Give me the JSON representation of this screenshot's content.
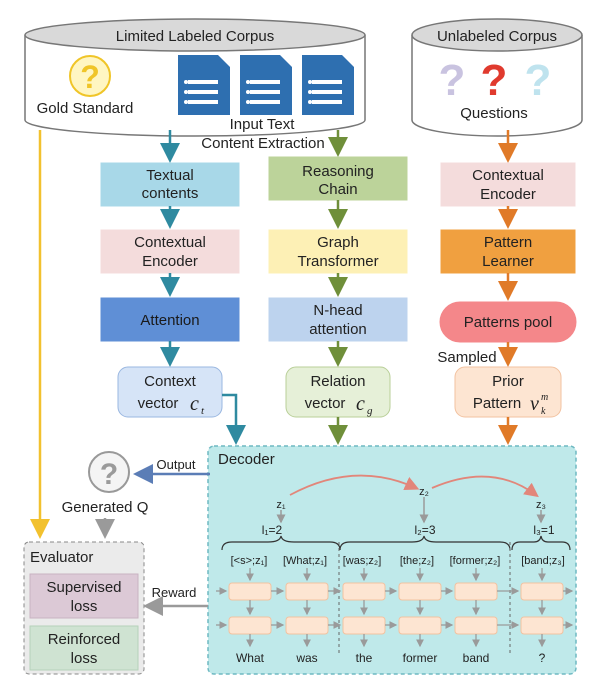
{
  "colors": {
    "gold_arrow": "#f2c12e",
    "teal_arrow": "#2f8aa0",
    "green_arrow": "#6f8f3a",
    "orange_arrow": "#e07a28",
    "blue_arrow": "#5b7db6",
    "gray_arrow": "#9a9a9a",
    "decoder_bg": "#bfe9ea",
    "decoder_border": "#6fb9c2"
  },
  "corpus": {
    "limited_title": "Limited Labeled Corpus",
    "gold_standard": "Gold Standard",
    "input_text": "Input Text",
    "unlabeled_title": "Unlabeled Corpus",
    "questions": "Questions",
    "question_icon": "question-mark-icon",
    "document_icon": "document-icon"
  },
  "content_extraction": "Content Extraction",
  "left_column": {
    "textual_1": "Textual",
    "textual_2": "contents",
    "contextual_1": "Contextual",
    "contextual_2": "Encoder",
    "attention": "Attention",
    "context_1": "Context",
    "context_2": "vector",
    "context_sym": "c",
    "context_sub": "t"
  },
  "middle_column": {
    "reasoning_1": "Reasoning",
    "reasoning_2": "Chain",
    "graph_1": "Graph",
    "graph_2": "Transformer",
    "nhead_1": "N-head",
    "nhead_2": "attention",
    "relation_1": "Relation",
    "relation_2": "vector",
    "relation_sym": "c",
    "relation_sub": "g"
  },
  "right_column": {
    "contextual_1": "Contextual",
    "contextual_2": "Encoder",
    "pattern_1": "Pattern",
    "pattern_2": "Learner",
    "patterns_pool": "Patterns pool",
    "sampled": "Sampled",
    "prior_1": "Prior",
    "prior_2": "Pattern",
    "prior_sym": "v",
    "prior_sub": "k",
    "prior_sup": "m"
  },
  "output_label": "Output",
  "generated_q": "Generated Q",
  "evaluator": {
    "title": "Evaluator",
    "supervised_1": "Supervised",
    "supervised_2": "loss",
    "reinforced_1": "Reinforced",
    "reinforced_2": "loss"
  },
  "reward": "Reward",
  "decoder": {
    "title": "Decoder",
    "z1": "z₁",
    "z2": "z₂",
    "z3": "z₃",
    "l1": "l₁=2",
    "l2": "l₂=3",
    "l3": "l₃=1",
    "inputs": [
      "[<s>;z₁]",
      "[What;z₁]",
      "[was;z₂]",
      "[the;z₂]",
      "[former;z₂]",
      "[band;z₃]"
    ],
    "outputs": [
      "What",
      "was",
      "the",
      "former",
      "band",
      "?"
    ]
  }
}
